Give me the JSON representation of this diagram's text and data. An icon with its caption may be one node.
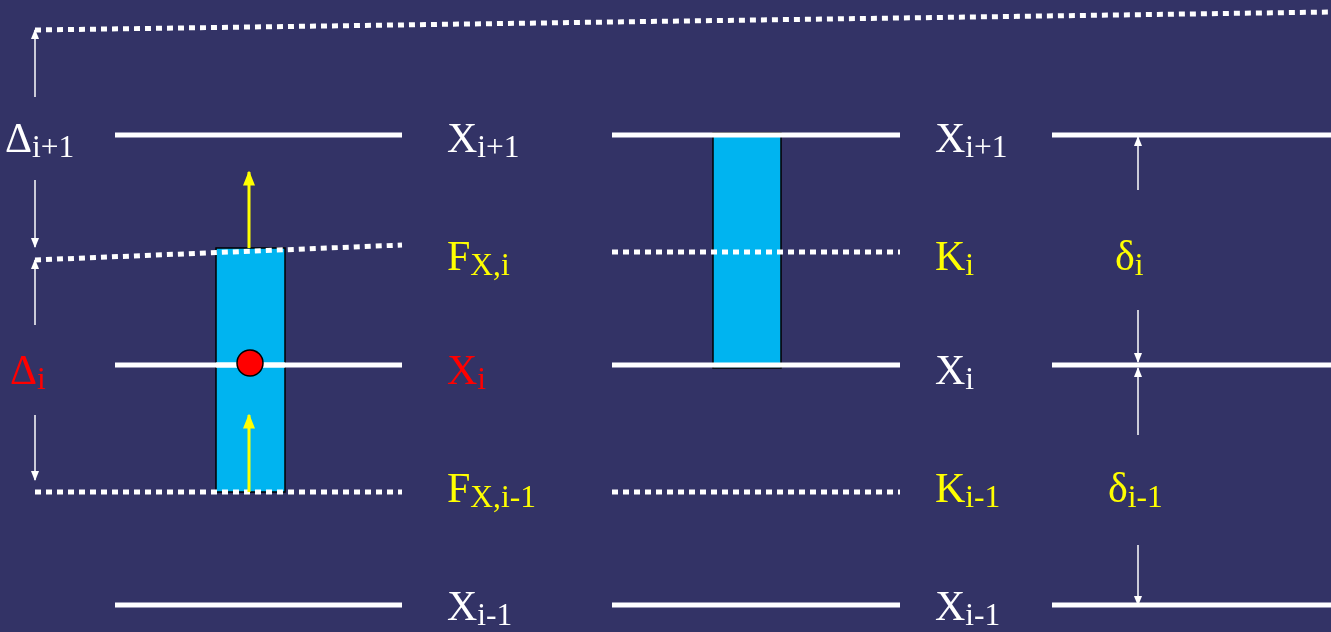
{
  "diagram": {
    "labels": [
      "Δ$_{i+1}$",
      "X$_{i+1}$",
      "X$_{i+1}$",
      "F$_{X,i}$",
      "K$_{i}$",
      "δ$_{i}$",
      "Δ$_{i}$",
      "X$_{i}$",
      "X$_{i}$",
      "F$_{X,i-1}$",
      "K$_{i-1}$",
      "δ$_{i-1}$",
      "X$_{i-1}$",
      "X$_{i-1}$"
    ]
  }
}
